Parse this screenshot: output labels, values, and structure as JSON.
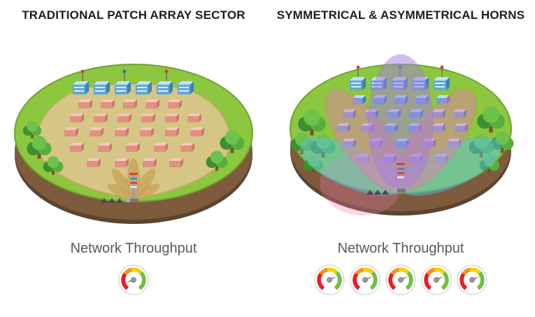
{
  "left": {
    "title": "TRADITIONAL PATCH ARRAY SECTOR",
    "throughput_label": "Network Throughput",
    "gauges": [
      {
        "icon": "speedometer-gauge-icon",
        "needle_angle_deg": 200
      }
    ]
  },
  "right": {
    "title": "SYMMETRICAL & ASYMMETRICAL HORNS",
    "throughput_label": "Network Throughput",
    "gauges": [
      {
        "icon": "speedometer-gauge-icon",
        "needle_angle_deg": 25
      },
      {
        "icon": "speedometer-gauge-icon",
        "needle_angle_deg": 25
      },
      {
        "icon": "speedometer-gauge-icon",
        "needle_angle_deg": 25
      },
      {
        "icon": "speedometer-gauge-icon",
        "needle_angle_deg": 25
      },
      {
        "icon": "speedometer-gauge-icon",
        "needle_angle_deg": 25
      }
    ]
  },
  "gauge_colors": {
    "green": "#72BF44",
    "yellow": "#F5D100",
    "orange": "#F7941D",
    "red": "#E81E25",
    "needle": "#8E8E8E",
    "face": "#FFFFFF",
    "rim": "#D8D8D8"
  },
  "scene_colors": {
    "grass": "#8DC63F",
    "dirt": "#7D5B3C",
    "coverage_tan": "#DCC68C",
    "left_buildings": "#E09180",
    "right_buildings": "#5EA8DB",
    "beam_purple": "#A97CE3",
    "beam_pink": "#F078B2",
    "beam_blue": "#59C2F0"
  }
}
